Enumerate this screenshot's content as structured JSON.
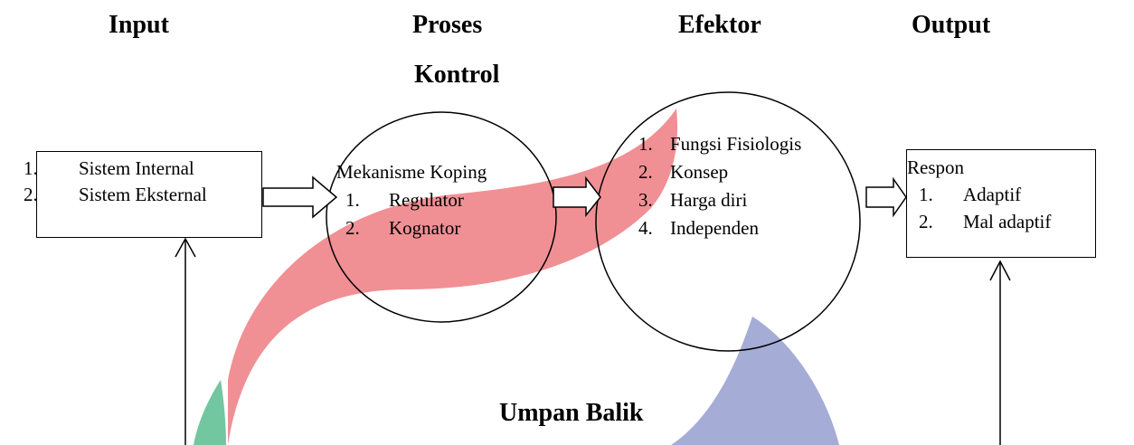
{
  "headings": {
    "input": "Input",
    "proses": "Proses",
    "kontrol": "Kontrol",
    "efektor": "Efektor",
    "output": "Output",
    "umpan_balik": "Umpan Balik"
  },
  "input_box": {
    "items": [
      {
        "num": "1.",
        "label": "Sistem Internal"
      },
      {
        "num": "2.",
        "label": "Sistem Eksternal"
      }
    ]
  },
  "control_circle": {
    "title": "Mekanisme Koping",
    "items": [
      {
        "num": "1.",
        "label": "Regulator"
      },
      {
        "num": "2.",
        "label": "Kognator"
      }
    ]
  },
  "effector_circle": {
    "items": [
      {
        "num": "1.",
        "label": "Fungsi Fisiologis"
      },
      {
        "num": "2.",
        "label": "Konsep"
      },
      {
        "num": "3.",
        "label": "Harga diri"
      },
      {
        "num": "4.",
        "label": "Independen"
      }
    ]
  },
  "output_box": {
    "title": "Respon",
    "items": [
      {
        "num": "1.",
        "label": "Adaptif"
      },
      {
        "num": "2.",
        "label": "Mal adaptif"
      }
    ]
  },
  "colors": {
    "watermark_red": "#ef8a8e",
    "watermark_blue": "#a5acd6",
    "watermark_green": "#72c6a0",
    "line": "#000000"
  }
}
